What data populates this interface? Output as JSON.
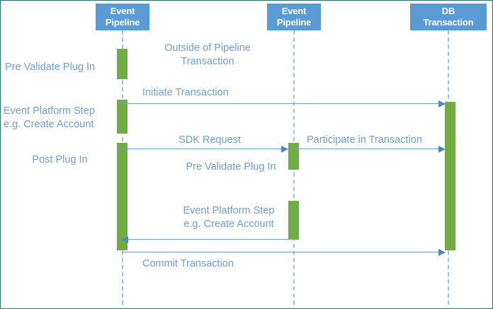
{
  "diagram": {
    "title": "Event Pipeline DB Transaction Sequence Diagram",
    "type": "sequence-diagram",
    "colors": {
      "participant_fill": "#5B9BD5",
      "participant_text": "#FFFFFF",
      "activation_fill": "#72AD43",
      "lifeline": "#9DC3E6",
      "message_line": "#6E9FD0",
      "arrow_head": "#4E87C7",
      "label_text": "#6E9FD0",
      "border": "#2E6E6E",
      "background": "#FFFFFF"
    },
    "participants": [
      {
        "id": "p1",
        "line1": "Event",
        "line2": "Pipeline"
      },
      {
        "id": "p2",
        "line1": "Event",
        "line2": "Pipeline"
      },
      {
        "id": "p3",
        "line1": "DB",
        "line2": "Transaction"
      }
    ],
    "left_annotations": [
      {
        "id": "a1",
        "text": "Pre Validate Plug In"
      },
      {
        "id": "a2",
        "text": "Event Platform Step\ne.g. Create Account"
      },
      {
        "id": "a3",
        "text": "Post Plug In"
      }
    ],
    "messages": [
      {
        "id": "m0",
        "text": "Outside of Pipeline\nTransaction",
        "kind": "note",
        "from": "p1",
        "to": "p1"
      },
      {
        "id": "m1",
        "text": "Initiate Transaction",
        "kind": "call",
        "from": "p1",
        "to": "p3",
        "direction": "right"
      },
      {
        "id": "m2",
        "text": "SDK Request",
        "kind": "call",
        "from": "p1",
        "to": "p2",
        "direction": "right"
      },
      {
        "id": "m3",
        "text": "Participate in Transaction",
        "kind": "call",
        "from": "p2",
        "to": "p3",
        "direction": "right"
      },
      {
        "id": "m4",
        "text": "Pre Validate Plug In",
        "kind": "note",
        "from": "p2",
        "to": "p2"
      },
      {
        "id": "m5",
        "text": "Event Platform Step\ne.g. Create Account",
        "kind": "return",
        "from": "p2",
        "to": "p1",
        "direction": "left"
      },
      {
        "id": "m6",
        "text": "Commit Transaction",
        "kind": "call",
        "from": "p1",
        "to": "p3",
        "direction": "right"
      }
    ]
  }
}
